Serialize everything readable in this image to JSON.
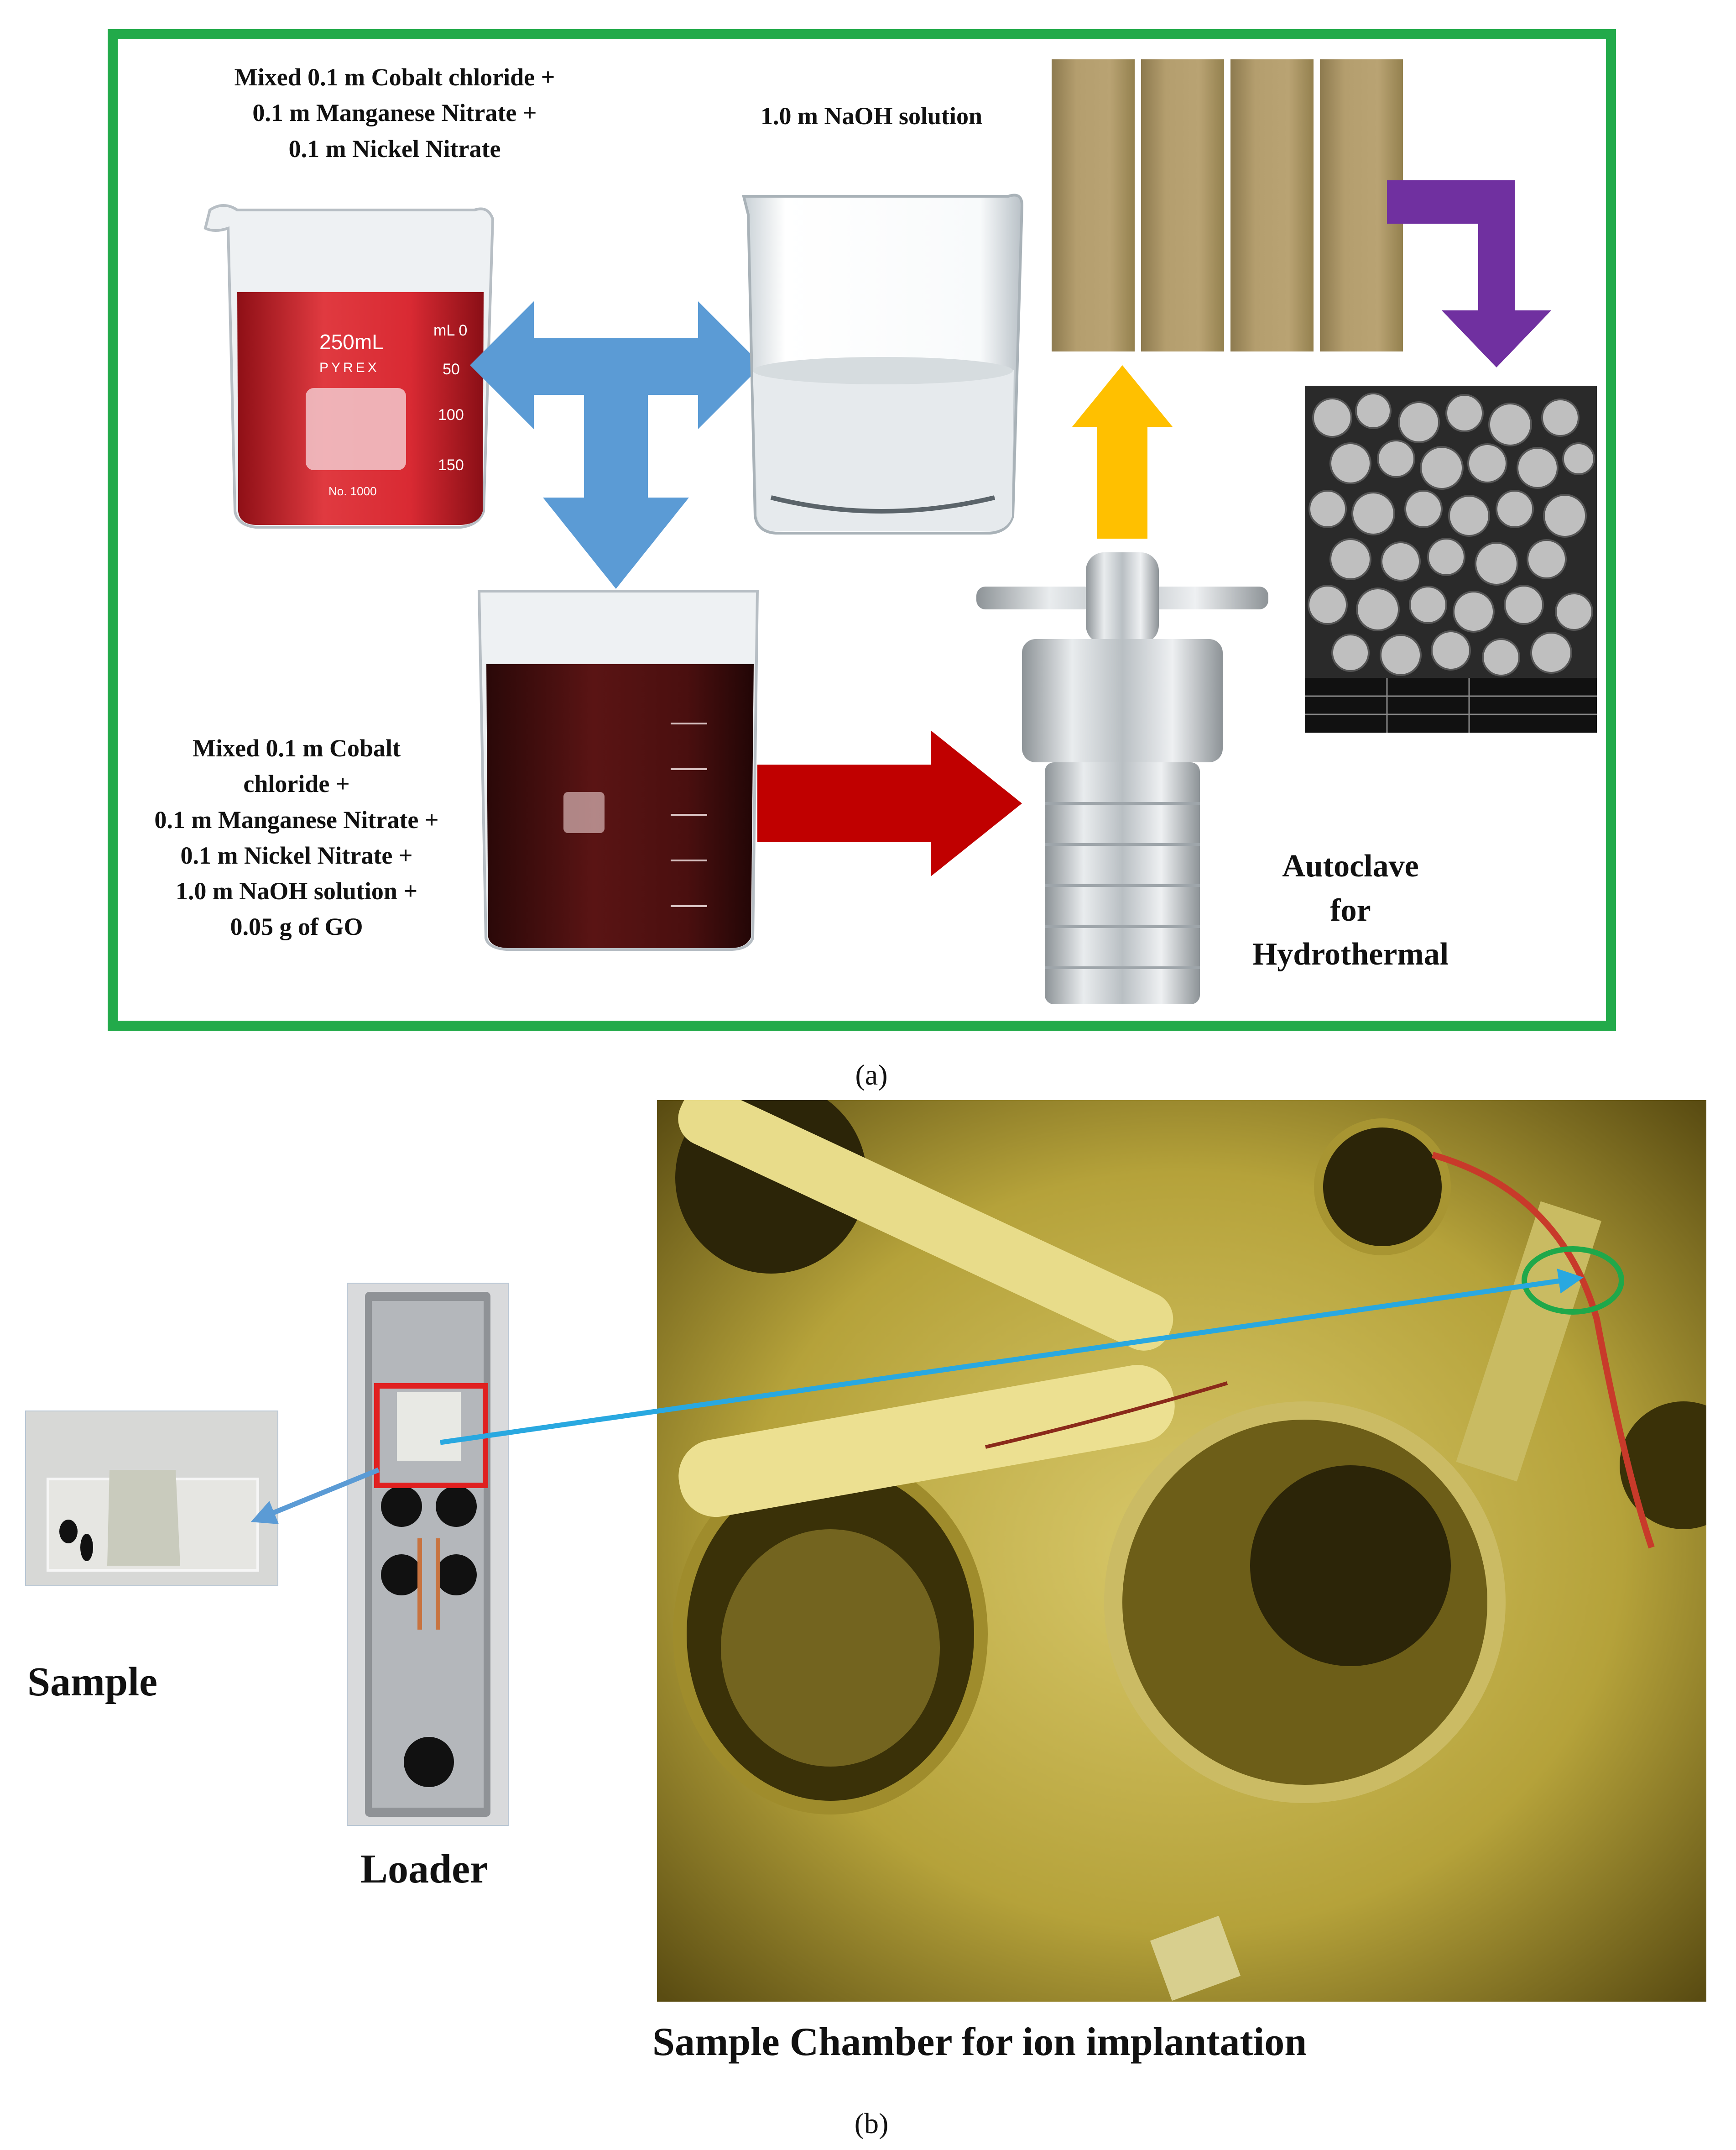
{
  "panel_a": {
    "label": "(a)",
    "top_left_label": "Mixed 0.1 m Cobalt chloride +\n0.1 m Manganese Nitrate +\n0.1 m Nickel Nitrate",
    "naoh_label": "1.0 m NaOH solution",
    "bottom_left_label": "Mixed 0.1 m Cobalt\nchloride +\n0.1 m Manganese Nitrate +\n0.1 m Nickel Nitrate +\n1.0 m NaOH solution +\n0.05 g of GO",
    "autoclave_label": "Autoclave\nfor\nHydrothermal",
    "beaker_250_text": "250mL",
    "beaker_brand": "PYREX",
    "beaker_marks": [
      "mL 0",
      "50",
      "100",
      "150"
    ],
    "beaker_no": "No. 1000",
    "colors": {
      "frame": "#22aa4a",
      "blue_arrow": "#5b9bd5",
      "red_arrow": "#c00000",
      "yellow_arrow": "#ffc000",
      "purple_arrow": "#7030a0"
    }
  },
  "panel_b": {
    "label": "(b)",
    "sample_label": "Sample",
    "loader_label": "Loader",
    "chamber_label": "Sample Chamber for ion implantation",
    "colors": {
      "highlight_box": "#e02020",
      "highlight_circle": "#1fa84a",
      "link_arrow": "#29a8e0"
    }
  }
}
